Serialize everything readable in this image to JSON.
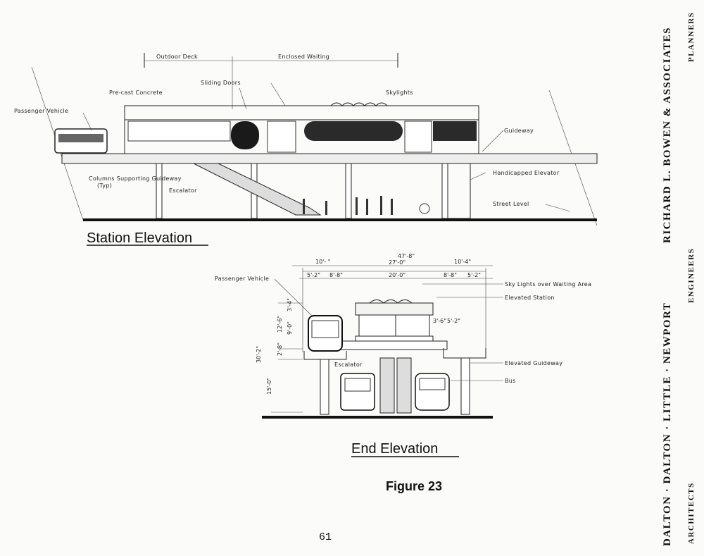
{
  "station_elevation": {
    "title": "Station Elevation",
    "labels": {
      "outdoor_deck": "Outdoor Deck",
      "enclosed_waiting": "Enclosed Waiting",
      "sliding_doors": "Sliding Doors",
      "precast_concrete": "Pre-cast Concrete",
      "skylights": "Skylights",
      "passenger_vehicle": "Passenger Vehicle",
      "guideway": "Guideway",
      "columns": "Columns Supporting Guideway",
      "columns_typ": "(Typ)",
      "escalator": "Escalator",
      "handicapped_elevator": "Handicapped Elevator",
      "street_level": "Street Level"
    }
  },
  "end_elevation": {
    "title": "End Elevation",
    "dims_top": {
      "overall": "47'-8\"",
      "left": "10'- \"",
      "center": "27'-0\"",
      "right": "10'-4\""
    },
    "dims_second": [
      "5'-2\"",
      "8'-8\"",
      "20'-0\"",
      "8'-8\"",
      "5'-2\""
    ],
    "dims_vertical": {
      "d1": "3'-4\"",
      "d2": "9'-0\"",
      "d3": "12'-6\"",
      "d4": "2'-8\"",
      "d5": "30'-2\"",
      "d6": "15'-0\""
    },
    "dims_station": [
      "3'-6\"",
      "5'-2\""
    ],
    "labels": {
      "passenger_vehicle": "Passenger Vehicle",
      "skylights": "Sky Lights over Waiting Area",
      "elevated_station": "Elevated Station",
      "escalator": "Escalator",
      "elevated_guideway": "Elevated Guideway",
      "bus": "Bus"
    }
  },
  "figure_caption": "Figure 23",
  "page_number": "61",
  "side_credits": {
    "firm_top": "RICHARD L. BOWEN & ASSOCIATES",
    "planners": "PLANNERS",
    "engineers": "ENGINEERS",
    "firm_bottom": "DALTON · DALTON · LITTLE · NEWPORT",
    "architects": "ARCHITECTS"
  }
}
